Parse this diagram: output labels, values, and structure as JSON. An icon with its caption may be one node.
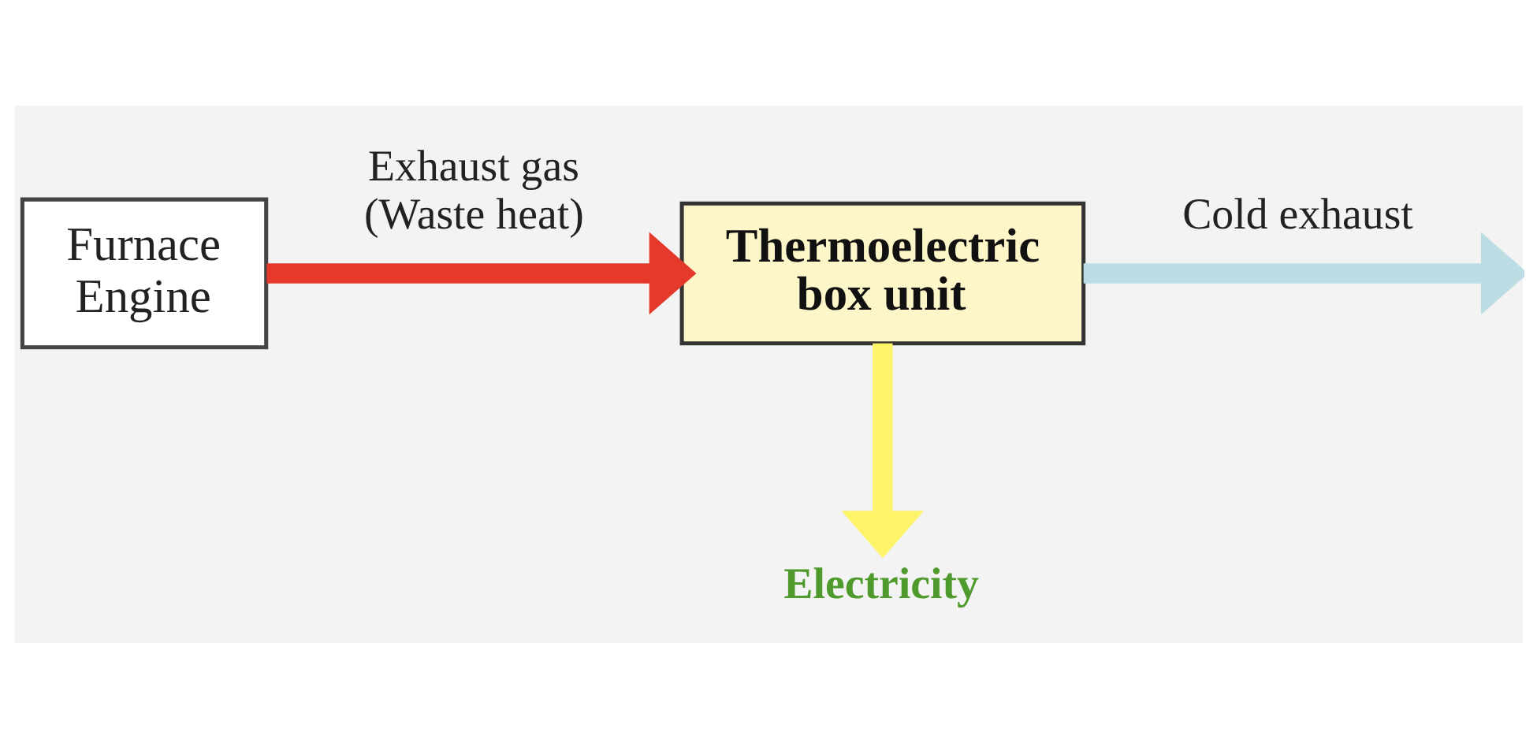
{
  "diagram": {
    "nodes": [
      {
        "text": [
          "Furnace Engine"
        ]
      },
      {
        "text": [
          "Thermoelectric box unit"
        ]
      },
      {
        "text": [
          "Electricity"
        ]
      }
    ],
    "edges": [
      {
        "from": 0,
        "to": 1,
        "arrow": "to",
        "label": "Exhaust gas (Waste heat)",
        "color": "#e53a2b"
      },
      {
        "from": 1,
        "to": 2,
        "arrow": "to",
        "color": "#fdf46a"
      },
      {
        "from": 1,
        "to": null,
        "arrow": "to",
        "label": "Cold exhaust",
        "color": "#bcdde3"
      }
    ]
  }
}
